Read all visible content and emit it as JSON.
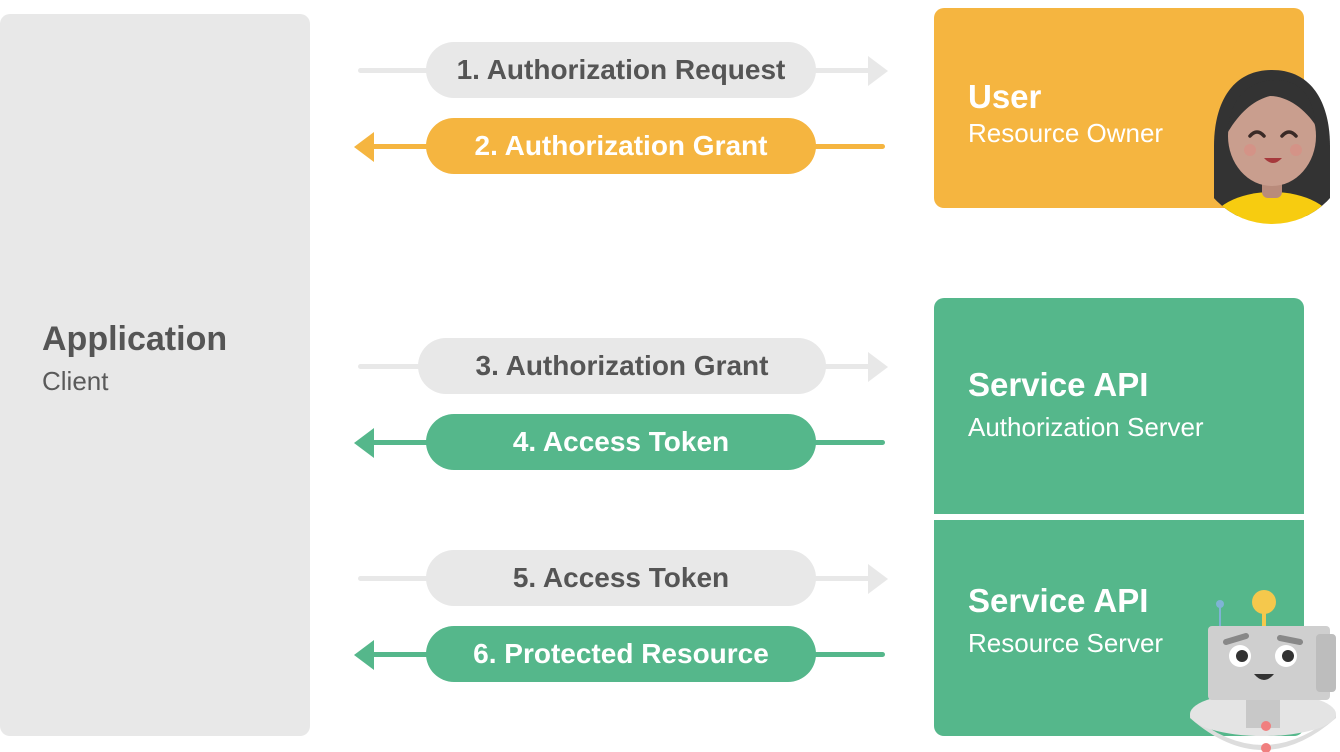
{
  "client": {
    "title": "Application",
    "subtitle": "Client"
  },
  "user_box": {
    "title": "User",
    "subtitle": "Resource Owner"
  },
  "auth_server_box": {
    "title": "Service API",
    "subtitle": "Authorization Server"
  },
  "resource_server_box": {
    "title": "Service API",
    "subtitle": "Resource Server"
  },
  "steps": [
    {
      "label": "1. Authorization Request",
      "direction": "right",
      "style": "gray"
    },
    {
      "label": "2. Authorization Grant",
      "direction": "left",
      "style": "orange"
    },
    {
      "label": "3. Authorization Grant",
      "direction": "right",
      "style": "gray"
    },
    {
      "label": "4. Access Token",
      "direction": "left",
      "style": "green"
    },
    {
      "label": "5. Access Token",
      "direction": "right",
      "style": "gray"
    },
    {
      "label": "6. Protected Resource",
      "direction": "left",
      "style": "green"
    }
  ],
  "colors": {
    "orange": "#f5b540",
    "green": "#55b78b",
    "gray": "#e8e8e8",
    "text_gray": "#555555"
  },
  "icons": [
    "user-avatar-icon",
    "robot-icon"
  ]
}
